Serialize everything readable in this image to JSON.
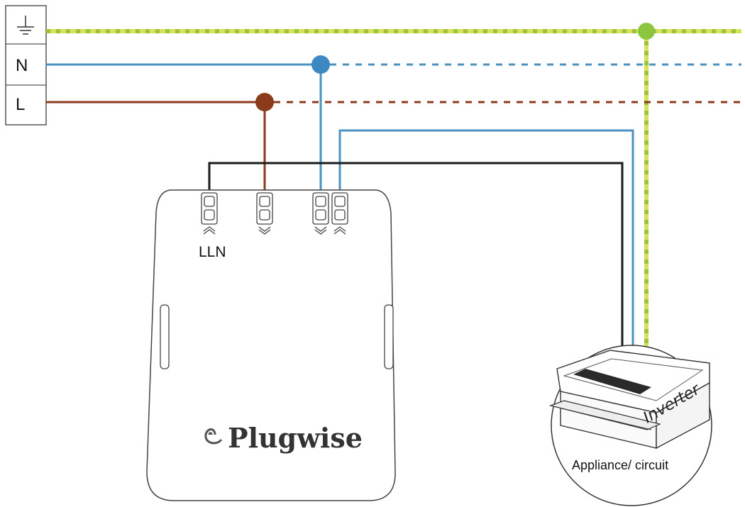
{
  "supply_box": {
    "rows": [
      {
        "symbol": "earth-icon",
        "label": ""
      },
      {
        "symbol": "",
        "label": "N"
      },
      {
        "symbol": "",
        "label": "L"
      }
    ]
  },
  "wires": {
    "earth_color": "#c8d633",
    "earth_stripe_color": "#d9e96a",
    "neutral_color": "#4a90c0",
    "live_color": "#8b3a1c",
    "switched_color": "#1a1a1a"
  },
  "junction_colors": {
    "earth": "#8cc63f",
    "neutral": "#3b88c3",
    "live": "#8b3a1c"
  },
  "module": {
    "brand": "Plugwise",
    "terminal_label": "LLN"
  },
  "appliance": {
    "handwritten_label": "Inverter",
    "caption": "Appliance/ circuit"
  }
}
